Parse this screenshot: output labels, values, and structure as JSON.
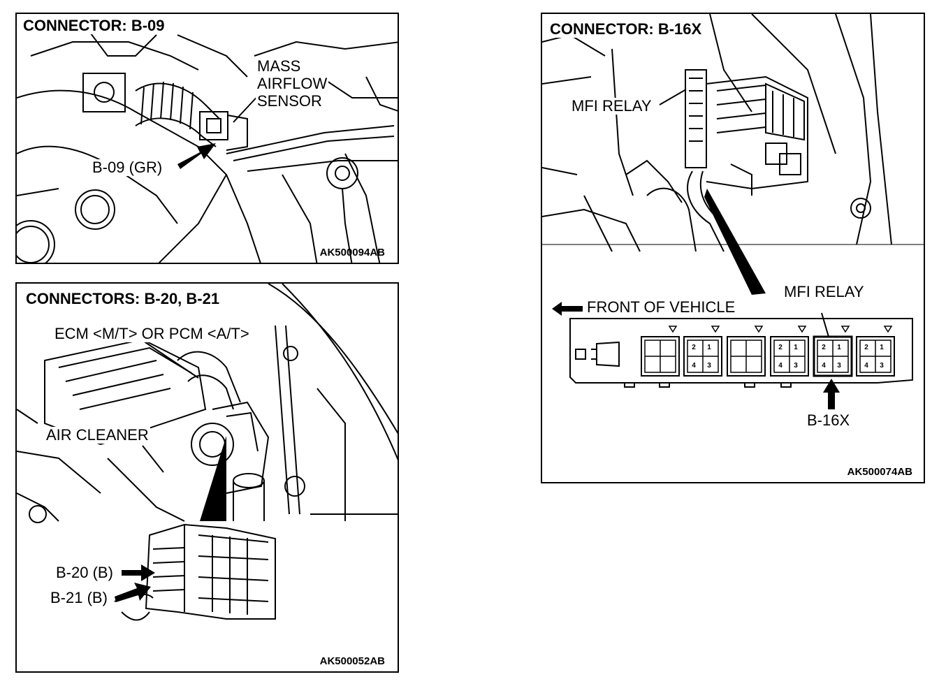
{
  "panels": {
    "b09": {
      "title": "CONNECTOR: B-09",
      "component_label": "MASS\nAIRFLOW\nSENSOR",
      "connector_label": "B-09 (GR)",
      "figure_code": "AK500094AB"
    },
    "b20": {
      "title": "CONNECTORS: B-20, B-21",
      "component_label": "ECM <M/T> OR PCM <A/T>",
      "air_cleaner_label": "AIR CLEANER",
      "connector_b20_label": "B-20 (B)",
      "connector_b21_label": "B-21 (B)",
      "figure_code": "AK500052AB"
    },
    "b16x": {
      "title": "CONNECTOR: B-16X",
      "relay_label_top": "MFI RELAY",
      "relay_label_box": "MFI RELAY",
      "front_label": "FRONT OF VEHICLE",
      "connector_label": "B-16X",
      "figure_code": "AK500074AB",
      "pins": [
        "2",
        "1",
        "4",
        "3"
      ]
    }
  }
}
